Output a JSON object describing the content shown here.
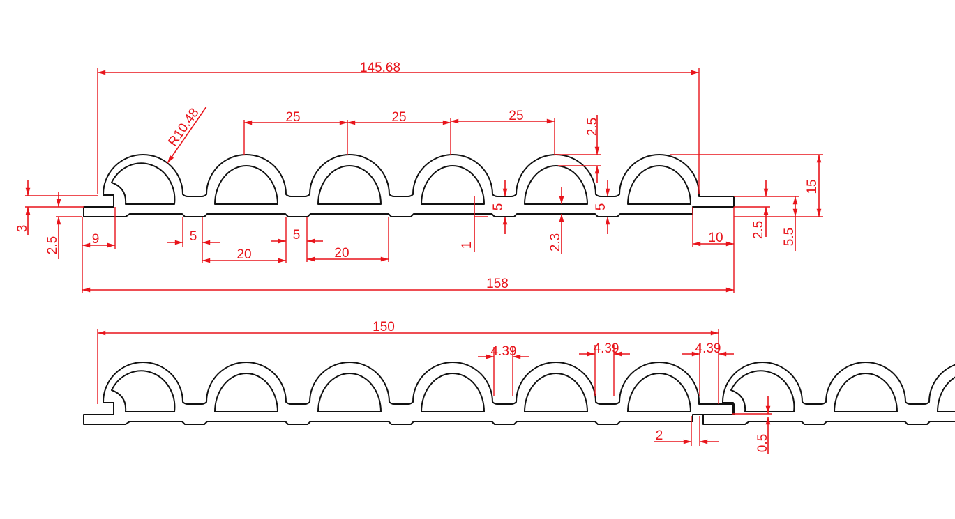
{
  "drawing": {
    "line_color": "#111111",
    "dimension_color": "#e8141b",
    "top_panel": {
      "overall_top_width": "145.68",
      "radius": "R10.48",
      "pitch_1": "25",
      "pitch_2": "25",
      "pitch_3": "25",
      "top_offset": "2.5",
      "height": "15",
      "left_step": "3",
      "left_lip": "2.5",
      "left_tongue": "9",
      "groove_1": "5",
      "groove_2": "5",
      "flat_1": "20",
      "flat_2": "20",
      "base_recess": "1",
      "valley_gap_1": "5",
      "base_thickness": "2.3",
      "valley_gap_2": "5",
      "right_tongue": "10",
      "right_lip": "2.5",
      "right_height": "5.5",
      "overall_width": "158"
    },
    "assembly": {
      "cover_width": "150",
      "gap_1": "4.39",
      "gap_2": "4.39",
      "gap_3": "4.39",
      "joint_gap": "2",
      "joint_clearance": "0.5"
    }
  }
}
